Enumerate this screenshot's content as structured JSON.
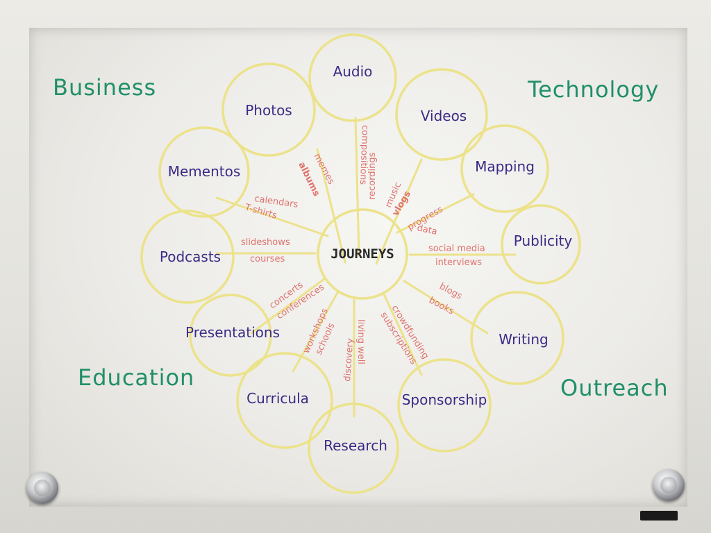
{
  "categories": {
    "business": "Business",
    "technology": "Technology",
    "education": "Education",
    "outreach": "Outreach"
  },
  "hub": "JOURNEYS",
  "nodes": {
    "audio": "Audio",
    "photos": "Photos",
    "videos": "Videos",
    "mementos": "Mementos",
    "mapping": "Mapping",
    "podcasts": "Podcasts",
    "publicity": "Publicity",
    "presentations": "Presentations",
    "writing": "Writing",
    "curricula": "Curricula",
    "sponsorship": "Sponsorship",
    "research": "Research"
  },
  "spokes": {
    "memes": "memes",
    "albums": "albums",
    "compositions": "compositions",
    "recordings": "recordings",
    "music": "music",
    "vlogs": "vlogs",
    "progress": "progress",
    "data": "data",
    "calendars": "calendars",
    "tshirts": "T-shirts",
    "slideshows": "slideshows",
    "courses": "courses",
    "social_media": "social media",
    "interviews": "interviews",
    "concerts": "concerts",
    "conferences": "conferences",
    "blogs": "blogs",
    "books": "books",
    "workshops": "workshops",
    "schools": "schools",
    "discovery": "discovery",
    "living_well": "living well",
    "crowdfunding": "crowdfunding",
    "subscriptions": "subscriptions"
  },
  "colors": {
    "category": "#1f8f6a",
    "node_text": "#3b2a86",
    "spoke_text": "#e0736e",
    "circle_stroke": "#ece28a",
    "hub_text": "#2a2a2a"
  }
}
